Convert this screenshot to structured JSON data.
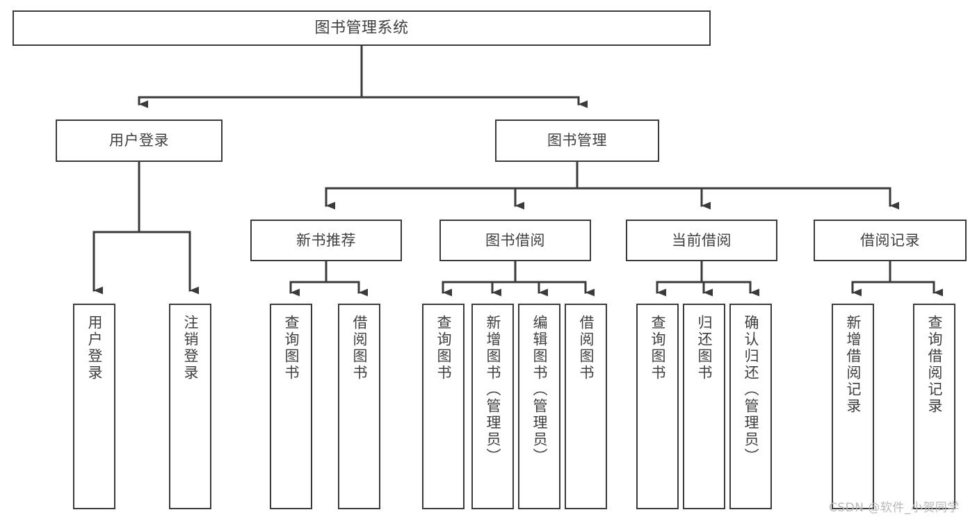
{
  "diagram": {
    "type": "tree",
    "title": "图书管理系统",
    "watermark": "CSDN @软件_小贺同学",
    "colors": {
      "background": "#ffffff",
      "box_border": "#3a3a3a",
      "box_fill": "#ffffff",
      "text": "#3f3f3f",
      "connector": "#3a3a3a",
      "watermark": "#b9b9b9"
    },
    "nodes": {
      "root": {
        "label": "图书管理系统",
        "orientation": "horizontal"
      },
      "level1": [
        {
          "label": "用户登录",
          "orientation": "horizontal"
        },
        {
          "label": "图书管理",
          "orientation": "horizontal"
        }
      ],
      "level2": [
        {
          "label": "新书推荐",
          "orientation": "horizontal"
        },
        {
          "label": "图书借阅",
          "orientation": "horizontal"
        },
        {
          "label": "当前借阅",
          "orientation": "horizontal"
        },
        {
          "label": "借阅记录",
          "orientation": "horizontal"
        }
      ],
      "leaves_user_login": [
        {
          "label": "用户登录",
          "orientation": "vertical"
        },
        {
          "label": "注销登录",
          "orientation": "vertical"
        }
      ],
      "leaves_new_books": [
        {
          "label": "查询图书",
          "orientation": "vertical"
        },
        {
          "label": "借阅图书",
          "orientation": "vertical"
        }
      ],
      "leaves_borrow": [
        {
          "label": "查询图书",
          "orientation": "vertical"
        },
        {
          "label": "新增图书（管理员）",
          "orientation": "vertical"
        },
        {
          "label": "编辑图书（管理员）",
          "orientation": "vertical"
        },
        {
          "label": "借阅图书",
          "orientation": "vertical"
        }
      ],
      "leaves_current": [
        {
          "label": "查询图书",
          "orientation": "vertical"
        },
        {
          "label": "归还图书",
          "orientation": "vertical"
        },
        {
          "label": "确认归还（管理员）",
          "orientation": "vertical"
        }
      ],
      "leaves_records": [
        {
          "label": "新增借阅记录",
          "orientation": "vertical"
        },
        {
          "label": "查询借阅记录",
          "orientation": "vertical"
        }
      ]
    },
    "edges": [
      {
        "from": "图书管理系统",
        "to": "用户登录"
      },
      {
        "from": "图书管理系统",
        "to": "图书管理"
      },
      {
        "from": "用户登录",
        "to": "用户登录"
      },
      {
        "from": "用户登录",
        "to": "注销登录"
      },
      {
        "from": "图书管理",
        "to": "新书推荐"
      },
      {
        "from": "图书管理",
        "to": "图书借阅"
      },
      {
        "from": "图书管理",
        "to": "当前借阅"
      },
      {
        "from": "图书管理",
        "to": "借阅记录"
      },
      {
        "from": "新书推荐",
        "to": "查询图书"
      },
      {
        "from": "新书推荐",
        "to": "借阅图书"
      },
      {
        "from": "图书借阅",
        "to": "查询图书"
      },
      {
        "from": "图书借阅",
        "to": "新增图书（管理员）"
      },
      {
        "from": "图书借阅",
        "to": "编辑图书（管理员）"
      },
      {
        "from": "图书借阅",
        "to": "借阅图书"
      },
      {
        "from": "当前借阅",
        "to": "查询图书"
      },
      {
        "from": "当前借阅",
        "to": "归还图书"
      },
      {
        "from": "当前借阅",
        "to": "确认归还（管理员）"
      },
      {
        "from": "借阅记录",
        "to": "新增借阅记录"
      },
      {
        "from": "借阅记录",
        "to": "查询借阅记录"
      }
    ]
  }
}
